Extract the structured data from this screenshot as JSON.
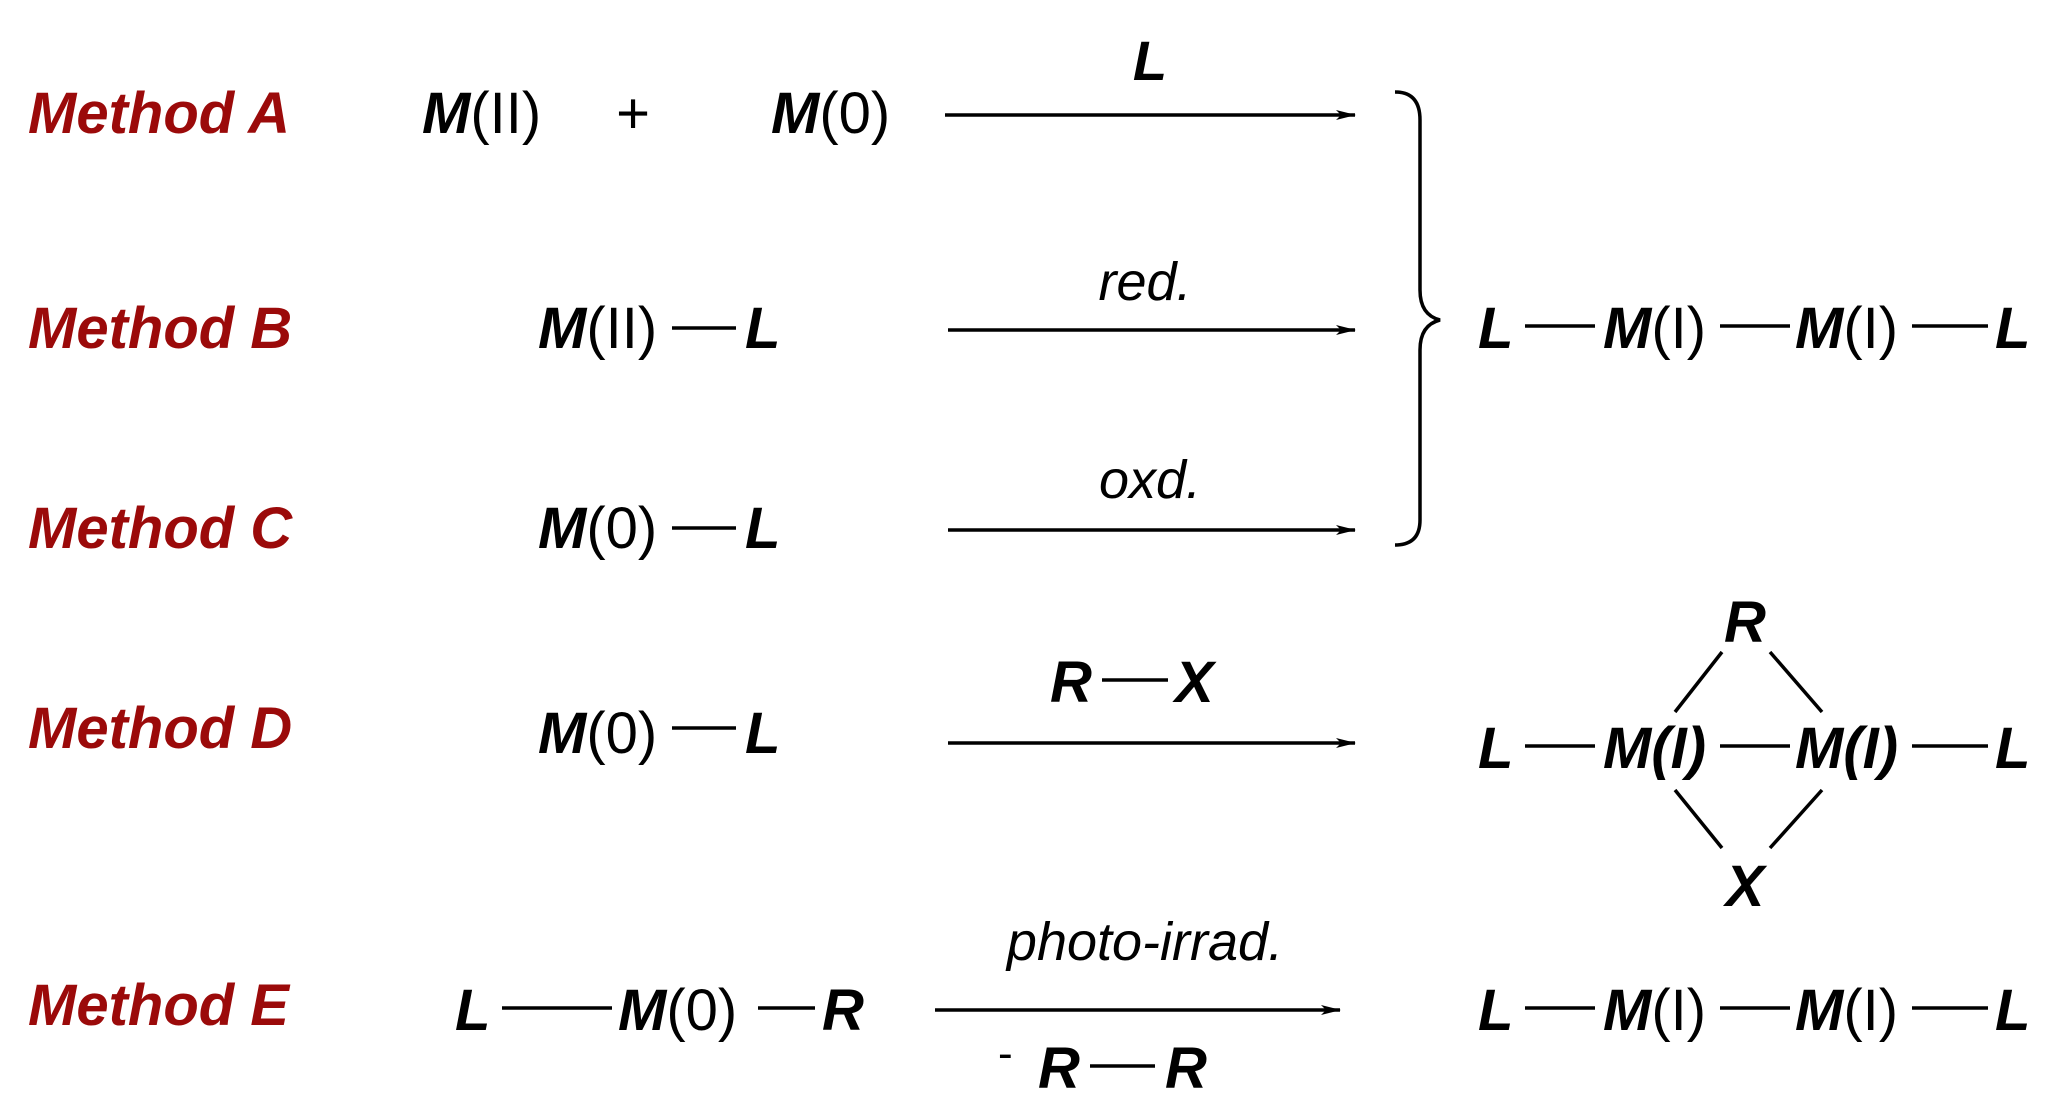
{
  "methods": [
    {
      "label": "Method A"
    },
    {
      "label": "Method B"
    },
    {
      "label": "Method C"
    },
    {
      "label": "Method D"
    },
    {
      "label": "Method E"
    }
  ],
  "symbols": {
    "M": "M",
    "L": "L",
    "R": "R",
    "X": "X",
    "plus": "+",
    "minus": "-"
  },
  "ox": {
    "two": "(II)",
    "zero": "(0)",
    "one": "(I)"
  },
  "conditions": {
    "A": "L",
    "B": "red.",
    "C": "oxd.",
    "D_left": "R",
    "D_right": "X",
    "E_top": "photo-irrad.",
    "E_bottom_minus": "-",
    "E_bottom_left": "R",
    "E_bottom_right": "R"
  },
  "colors": {
    "method_label": "#9b0a0a",
    "structure": "#000000"
  }
}
